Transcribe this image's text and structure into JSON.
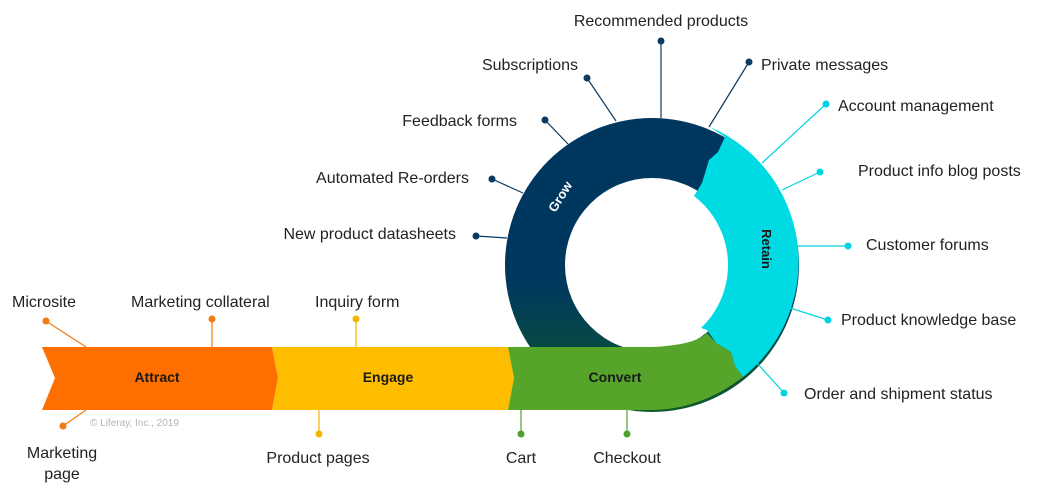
{
  "colors": {
    "attract": "#ff6f00",
    "engage": "#ffbd00",
    "convert": "#56a52a",
    "grow": "#00375f",
    "grow_dark": "#0e4a3f",
    "retain": "#00dbe3",
    "dot_orange": "#f07b12",
    "dot_yellow": "#f5b400",
    "dot_green": "#4fa02c",
    "dot_navy": "#0b3a60",
    "dot_cyan": "#00d4e0",
    "text": "#222222"
  },
  "stages": {
    "attract": "Attract",
    "engage": "Engage",
    "convert": "Convert",
    "grow": "Grow",
    "retain": "Retain"
  },
  "labels": {
    "microsite": "Microsite",
    "marketing_collateral": "Marketing collateral",
    "marketing_page_line1": "Marketing",
    "marketing_page_line2": "page",
    "inquiry_form": "Inquiry form",
    "product_pages": "Product pages",
    "cart": "Cart",
    "checkout": "Checkout",
    "new_product_datasheets": "New product datasheets",
    "automated_reorders": "Automated Re-orders",
    "feedback_forms": "Feedback forms",
    "subscriptions": "Subscriptions",
    "recommended_products": "Recommended products",
    "private_messages": "Private messages",
    "account_management": "Account management",
    "product_info_blog_posts": "Product info blog posts",
    "customer_forums": "Customer forums",
    "product_knowledge_base": "Product knowledge base",
    "order_shipment_status": "Order and shipment status"
  },
  "copyright": "© Liferay, Inc., 2019"
}
